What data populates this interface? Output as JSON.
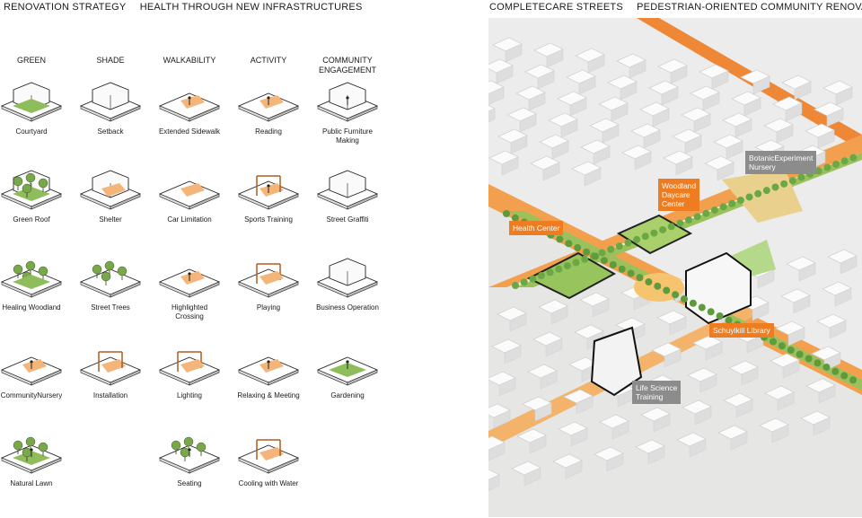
{
  "left_header": {
    "part1": "RENOVATION STRATEGY",
    "part2": "HEALTH THROUGH NEW INFRASTRUCTURES"
  },
  "right_header": {
    "part1": "COMPLETECARE STREETS",
    "part2": "PEDESTRIAN-ORIENTED  COMMUNITY RENOVATION"
  },
  "categories": [
    "GREEN",
    "SHADE",
    "WALKABILITY",
    "ACTIVITY",
    "COMMUNITY\nENGAGEMENT"
  ],
  "strategies": [
    [
      "Courtyard",
      "Green Roof",
      "Healing Woodland",
      "CommunityNursery",
      "Natural Lawn"
    ],
    [
      "Setback",
      "Shelter",
      "Street Trees",
      "Installation"
    ],
    [
      "Extended Sidewalk",
      "Car Limitation",
      "Highlighted\nCrossing",
      "Lighting",
      "Seating"
    ],
    [
      "Reading",
      "Sports Training",
      "Playing",
      "Relaxing & Meeting",
      "Cooling with Water"
    ],
    [
      "Public Furniture\nMaking",
      "Street Graffiti",
      "Business Operation",
      "Gardening"
    ]
  ],
  "map_labels": {
    "woodland": "Woodland\nDaycare\nCenter",
    "botanic": "BotanicExperiment\nNursery",
    "health": "Health Center",
    "library": "Schuylkill Library",
    "life": "Life Science\nTraining"
  },
  "colors": {
    "accent_orange": "#ee7d22",
    "label_gray": "#8c8c8c",
    "green": "#7fb24a"
  }
}
